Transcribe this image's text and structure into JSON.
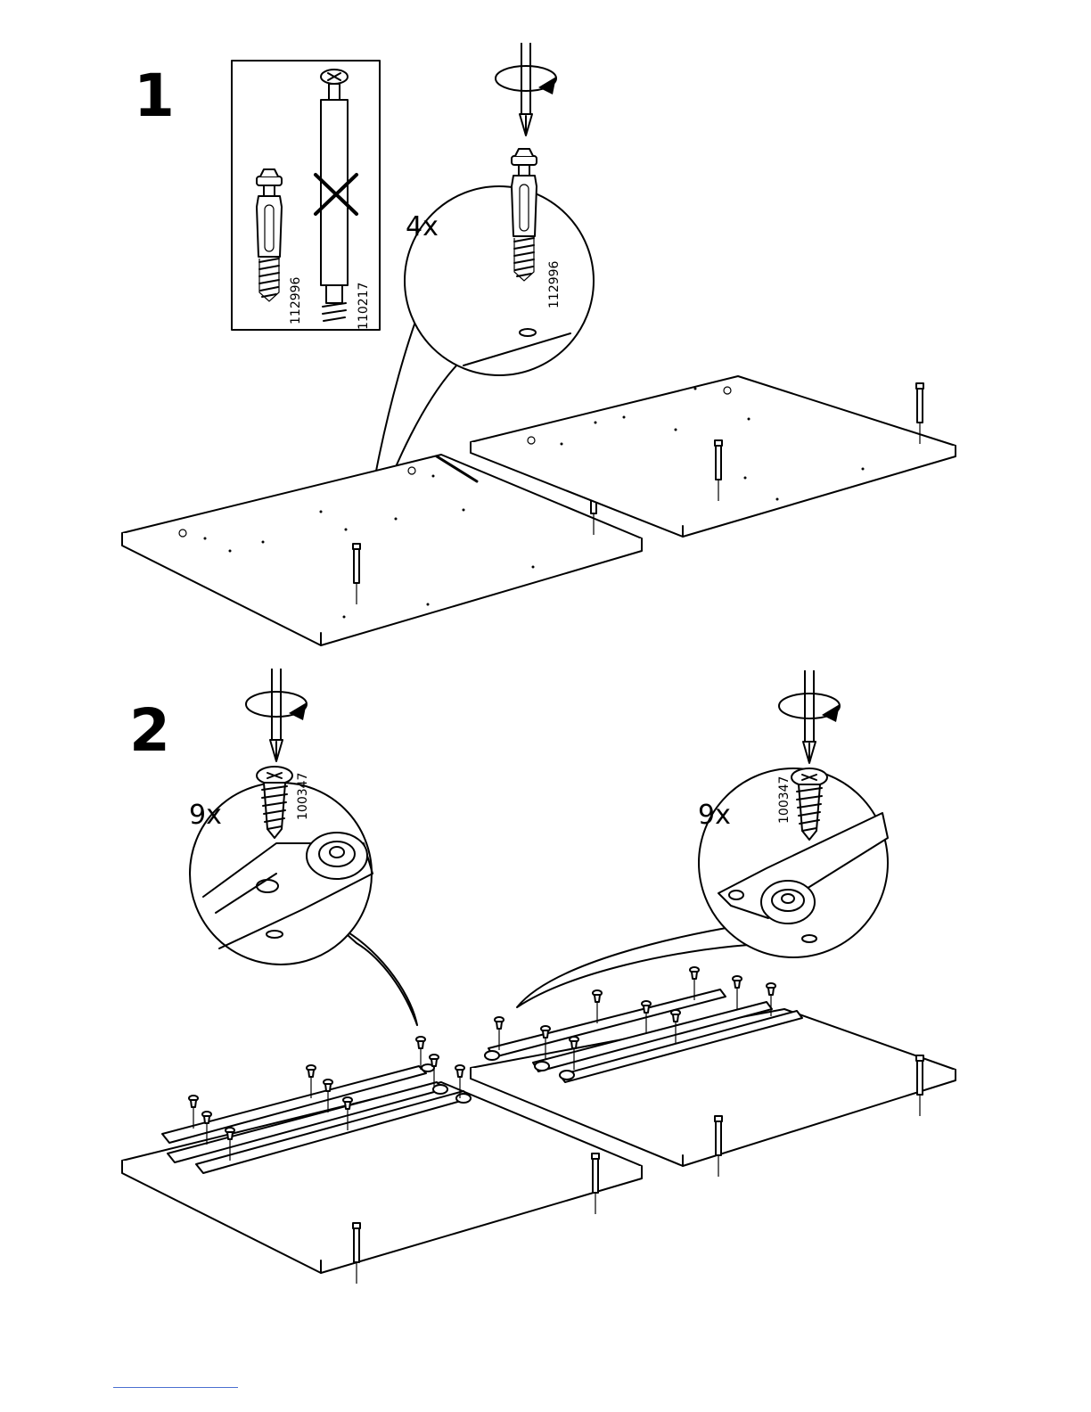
{
  "steps": [
    {
      "number": "1",
      "callouts": [
        {
          "quantity": "4x",
          "part_number": "112996"
        }
      ],
      "part_comparison": {
        "correct_part": "112996",
        "wrong_part": "110217",
        "wrong_marker": "cross-icon"
      }
    },
    {
      "number": "2",
      "callouts": [
        {
          "quantity": "9x",
          "part_number": "100347"
        },
        {
          "quantity": "9x",
          "part_number": "100347"
        }
      ]
    }
  ],
  "icons": [
    "screwdriver-icon",
    "rotate-arrow-icon",
    "cam-dowel-icon",
    "screw-icon",
    "cross-icon"
  ],
  "colors": {
    "line": "#000000",
    "background": "#ffffff",
    "footer_rule": "#4a6fd0"
  }
}
